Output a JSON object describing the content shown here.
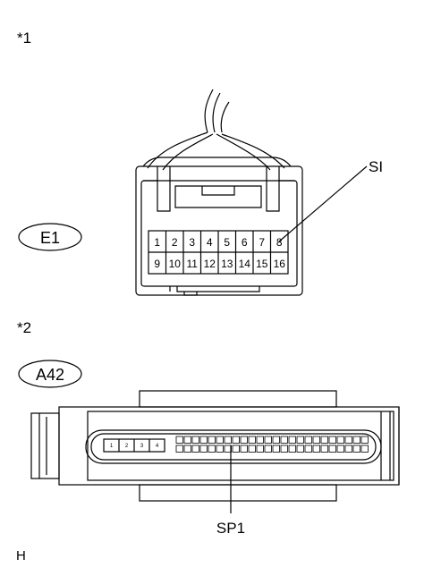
{
  "markers": {
    "view1": "*1",
    "view2": "*2"
  },
  "connectors": {
    "e1": {
      "code": "E1",
      "pins_row1": [
        "1",
        "2",
        "3",
        "4",
        "5",
        "6",
        "7",
        "8"
      ],
      "pins_row2": [
        "9",
        "10",
        "11",
        "12",
        "13",
        "14",
        "15",
        "16"
      ],
      "callout": "SI"
    },
    "a42": {
      "code": "A42",
      "pins": [
        "1",
        "2",
        "3",
        "4"
      ],
      "callout": "SP1"
    }
  },
  "footer": {
    "code": "H"
  }
}
